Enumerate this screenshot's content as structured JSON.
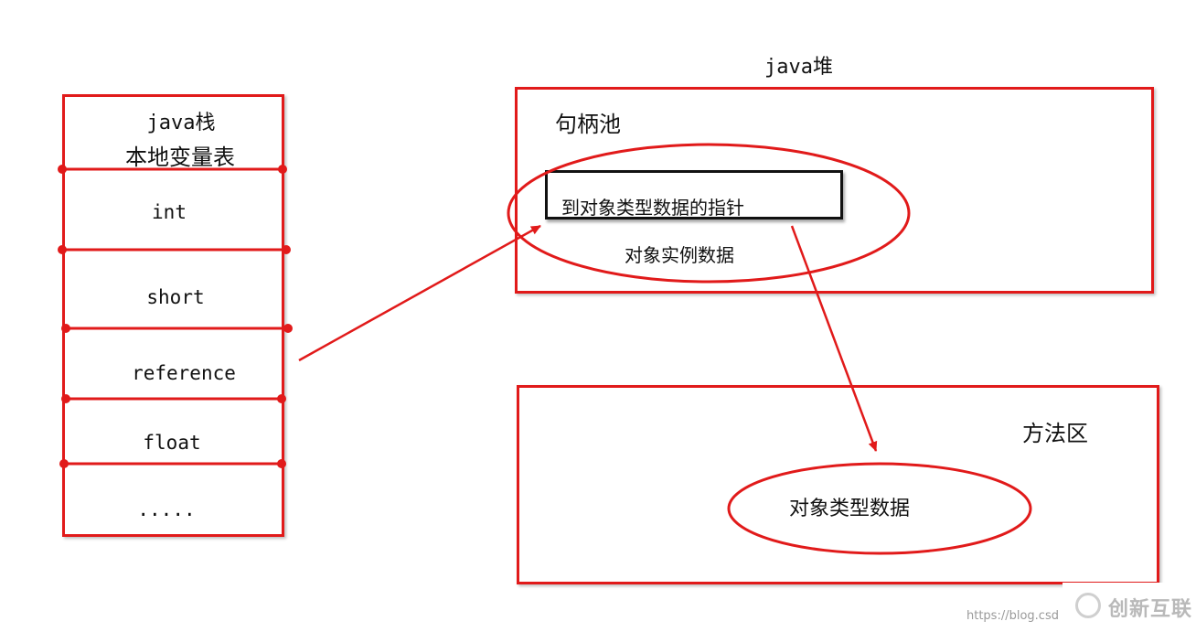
{
  "stack": {
    "title": "java栈",
    "subtitle": "本地变量表",
    "rows": [
      "int",
      "short",
      "reference",
      "float",
      "....."
    ]
  },
  "heap": {
    "title": "java堆",
    "pool_label": "句柄池",
    "pointer_label": "到对象类型数据的指针",
    "instance_label": "对象实例数据"
  },
  "method_area": {
    "title": "方法区",
    "type_data_label": "对象类型数据"
  },
  "watermark": {
    "url": "https://blog.csd",
    "logo": "创新互联"
  },
  "colors": {
    "stroke": "#e11a1a",
    "text": "#111111"
  }
}
